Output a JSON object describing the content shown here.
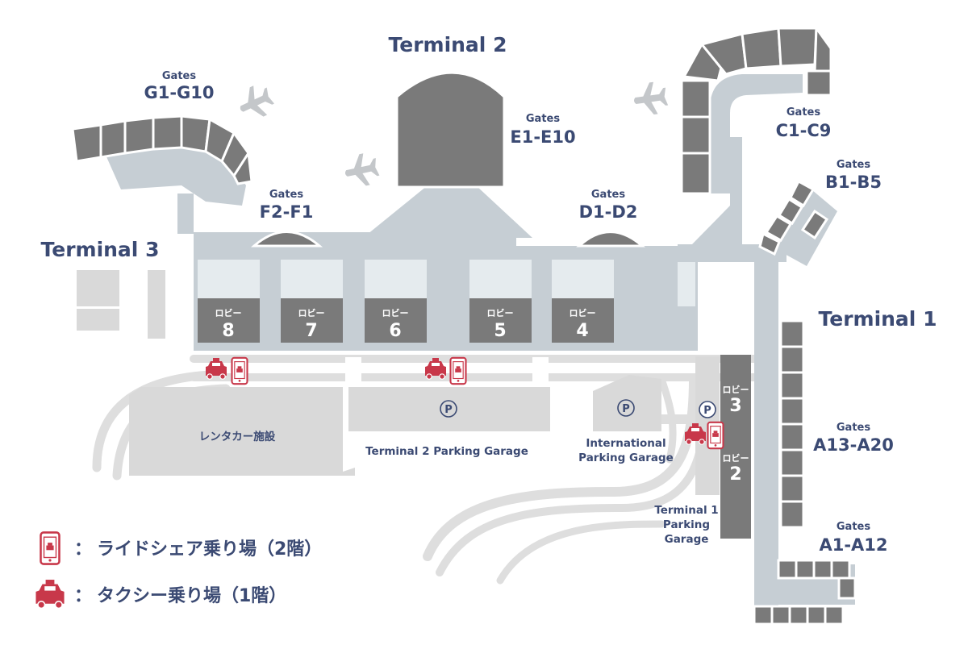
{
  "terminals": {
    "t1": "Terminal 1",
    "t2": "Terminal 2",
    "t3": "Terminal 3"
  },
  "gates": {
    "g": {
      "label": "Gates",
      "range": "G1-G10"
    },
    "e": {
      "label": "Gates",
      "range": "E1-E10"
    },
    "f": {
      "label": "Gates",
      "range": "F2-F1"
    },
    "d": {
      "label": "Gates",
      "range": "D1-D2"
    },
    "c": {
      "label": "Gates",
      "range": "C1-C9"
    },
    "b": {
      "label": "Gates",
      "range": "B1-B5"
    },
    "a13": {
      "label": "Gates",
      "range": "A13-A20"
    },
    "a1": {
      "label": "Gates",
      "range": "A1-A12"
    }
  },
  "lobbies": {
    "label": "ロビー",
    "l8": "8",
    "l7": "7",
    "l6": "6",
    "l5": "5",
    "l4": "4",
    "l3": "3",
    "l2": "2"
  },
  "facilities": {
    "rental": "レンタカー施設",
    "t2_garage": "Terminal 2 Parking Garage",
    "intl_line1": "International",
    "intl_line2": "Parking Garage",
    "t1_line1": "Terminal 1",
    "t1_line2": "Parking",
    "t1_line3": "Garage",
    "parking_symbol": "P"
  },
  "legend": {
    "separator": "：",
    "rideshare": "ライドシェア乗り場（2階）",
    "taxi": "タクシー乗り場（1階）"
  },
  "icons": {
    "rideshare": "rideshare-phone-icon",
    "taxi": "taxi-icon",
    "plane": "airplane-icon",
    "parking": "parking-icon"
  },
  "colors": {
    "gate_dark": "#7a7a7a",
    "building_light": "#c6ced4",
    "road": "#dedede",
    "lobby_top": "#e5ebee",
    "navy": "#3b4a73",
    "marker_red": "#c8384a"
  }
}
